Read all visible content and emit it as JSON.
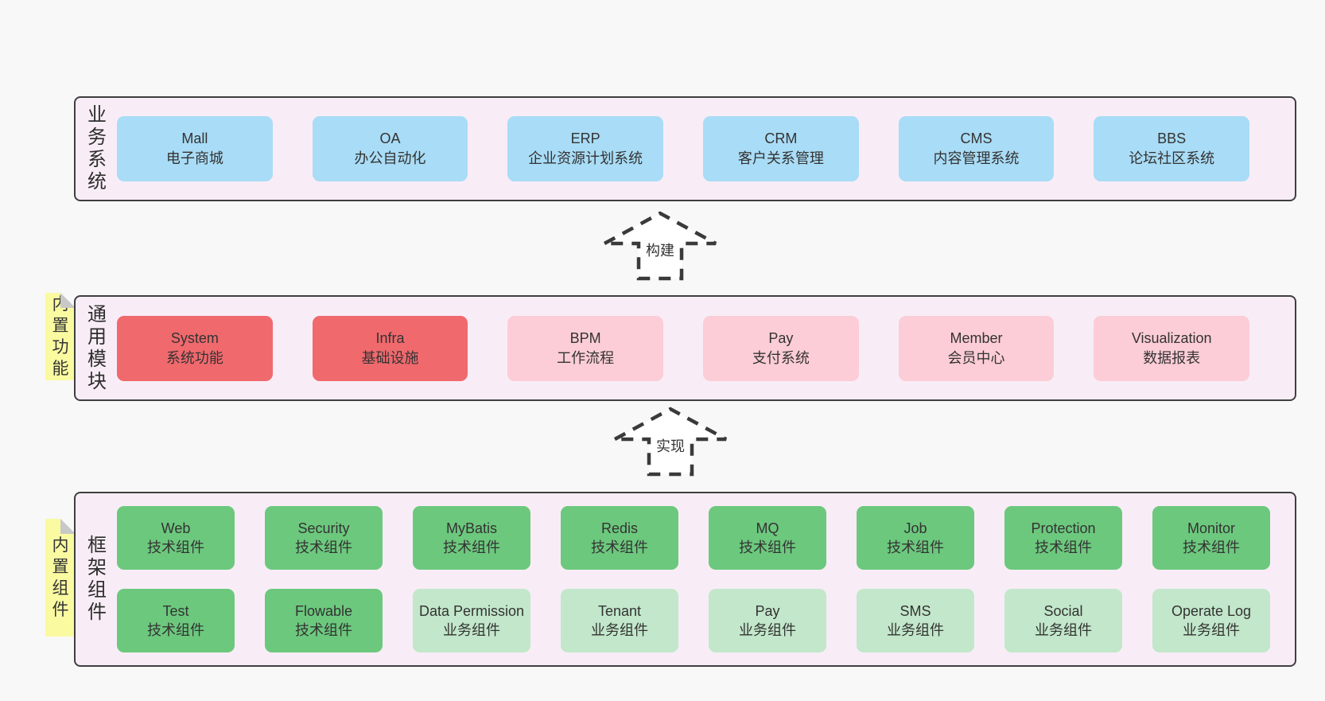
{
  "palette": {
    "page_bg": "#f8f8f8",
    "panel_bg": "#f8edf6",
    "panel_border": "#3f3f3f",
    "blue": "#a9dcf6",
    "red": "#f0696d",
    "pink": "#fccdd6",
    "green": "#6cc87d",
    "light_green": "#c2e7ca",
    "sticky_yellow": "#fafaa1",
    "text": "#333333"
  },
  "sections": {
    "business": {
      "label": "业务系统",
      "boxes": [
        {
          "title": "Mall",
          "subtitle": "电子商城",
          "color": "blue"
        },
        {
          "title": "OA",
          "subtitle": "办公自动化",
          "color": "blue"
        },
        {
          "title": "ERP",
          "subtitle": "企业资源计划系统",
          "color": "blue"
        },
        {
          "title": "CRM",
          "subtitle": "客户关系管理",
          "color": "blue"
        },
        {
          "title": "CMS",
          "subtitle": "内容管理系统",
          "color": "blue"
        },
        {
          "title": "BBS",
          "subtitle": "论坛社区系统",
          "color": "blue"
        }
      ]
    },
    "modules": {
      "label": "通用模块",
      "sticky": "内置功能",
      "boxes": [
        {
          "title": "System",
          "subtitle": "系统功能",
          "color": "red"
        },
        {
          "title": "Infra",
          "subtitle": "基础设施",
          "color": "red"
        },
        {
          "title": "BPM",
          "subtitle": "工作流程",
          "color": "pink"
        },
        {
          "title": "Pay",
          "subtitle": "支付系统",
          "color": "pink"
        },
        {
          "title": "Member",
          "subtitle": "会员中心",
          "color": "pink"
        },
        {
          "title": "Visualization",
          "subtitle": "数据报表",
          "color": "pink"
        }
      ]
    },
    "components": {
      "label": "框架组件",
      "sticky": "内置组件",
      "row1": [
        {
          "title": "Web",
          "subtitle": "技术组件",
          "color": "green"
        },
        {
          "title": "Security",
          "subtitle": "技术组件",
          "color": "green"
        },
        {
          "title": "MyBatis",
          "subtitle": "技术组件",
          "color": "green"
        },
        {
          "title": "Redis",
          "subtitle": "技术组件",
          "color": "green"
        },
        {
          "title": "MQ",
          "subtitle": "技术组件",
          "color": "green"
        },
        {
          "title": "Job",
          "subtitle": "技术组件",
          "color": "green"
        },
        {
          "title": "Protection",
          "subtitle": "技术组件",
          "color": "green"
        },
        {
          "title": "Monitor",
          "subtitle": "技术组件",
          "color": "green"
        }
      ],
      "row2": [
        {
          "title": "Test",
          "subtitle": "技术组件",
          "color": "green"
        },
        {
          "title": "Flowable",
          "subtitle": "技术组件",
          "color": "green"
        },
        {
          "title": "Data Permission",
          "subtitle": "业务组件",
          "color": "light_green"
        },
        {
          "title": "Tenant",
          "subtitle": "业务组件",
          "color": "light_green"
        },
        {
          "title": "Pay",
          "subtitle": "业务组件",
          "color": "light_green"
        },
        {
          "title": "SMS",
          "subtitle": "业务组件",
          "color": "light_green"
        },
        {
          "title": "Social",
          "subtitle": "业务组件",
          "color": "light_green"
        },
        {
          "title": "Operate Log",
          "subtitle": "业务组件",
          "color": "light_green"
        }
      ]
    }
  },
  "arrows": [
    {
      "label": "构建"
    },
    {
      "label": "实现"
    }
  ]
}
